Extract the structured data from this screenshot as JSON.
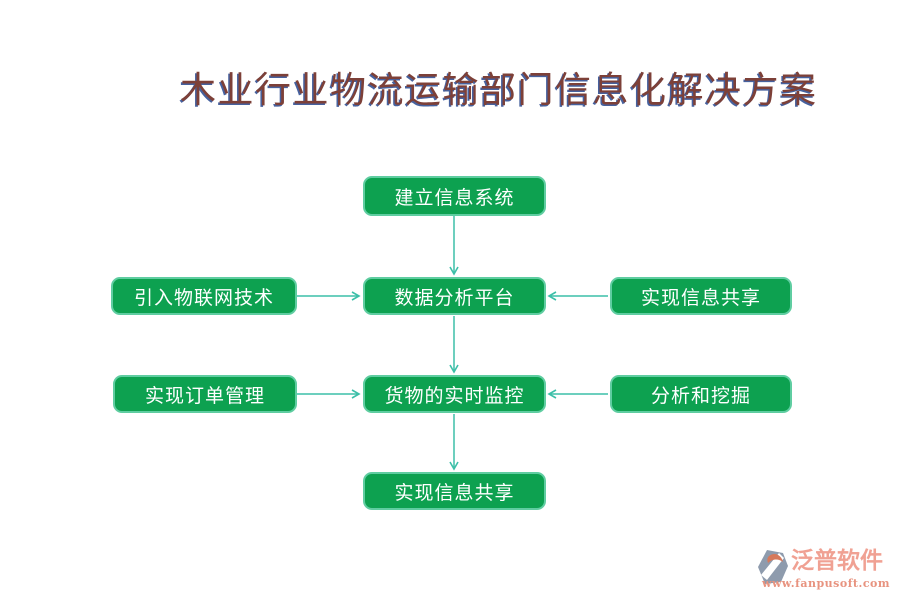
{
  "title": {
    "text": "木业行业物流运输部门信息化解决方案",
    "color": "#7d4038",
    "shadow_color": "#46619e"
  },
  "flowchart": {
    "nodes": [
      {
        "label": "建立信息系统"
      },
      {
        "label": "引入物联网技术"
      },
      {
        "label": "数据分析平台"
      },
      {
        "label": "实现信息共享"
      },
      {
        "label": "实现订单管理"
      },
      {
        "label": "货物的实时监控"
      },
      {
        "label": "分析和挖掘"
      },
      {
        "label": "实现信息共享"
      }
    ],
    "edges": [
      {
        "from": "建立信息系统",
        "to": "数据分析平台",
        "direction": "down"
      },
      {
        "from": "引入物联网技术",
        "to": "数据分析平台",
        "direction": "right"
      },
      {
        "from": "实现信息共享",
        "to": "数据分析平台",
        "direction": "left"
      },
      {
        "from": "数据分析平台",
        "to": "货物的实时监控",
        "direction": "down"
      },
      {
        "from": "实现订单管理",
        "to": "货物的实时监控",
        "direction": "right"
      },
      {
        "from": "分析和挖掘",
        "to": "货物的实时监控",
        "direction": "left"
      },
      {
        "from": "货物的实时监控",
        "to": "实现信息共享",
        "direction": "down"
      }
    ],
    "colors": {
      "node_fill": "#0da150",
      "node_border": "#5fcda1",
      "node_text": "#ffffff",
      "arrow": "#3cbfa8"
    }
  },
  "watermark": {
    "brand": "泛普软件",
    "url": "www.fanpusoft.com",
    "brand_color": "#f0a193",
    "url_color": "#e8937f",
    "icon": "fanpu-logo-icon",
    "icon_colors": {
      "slate": "#8e9bad",
      "orange": "#d6795b"
    }
  }
}
